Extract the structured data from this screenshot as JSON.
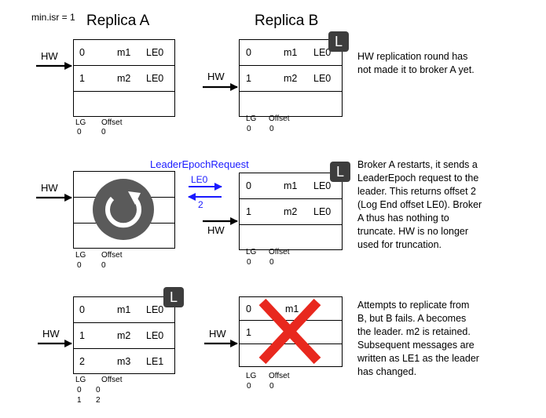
{
  "header": {
    "min_isr": "min.isr = 1",
    "replica_a": "Replica A",
    "replica_b": "Replica B"
  },
  "labels": {
    "hw": "HW",
    "lg": "LG",
    "offset": "Offset",
    "leader_badge": "L",
    "leader_epoch_request": "LeaderEpochRequest",
    "le0_arrow": "LE0",
    "response_offset": "2"
  },
  "panel1": {
    "replica_a_rows": [
      {
        "offset": "0",
        "msg": "m1",
        "epoch": "LE0"
      },
      {
        "offset": "1",
        "msg": "m2",
        "epoch": "LE0"
      },
      {
        "offset": "",
        "msg": "",
        "epoch": ""
      }
    ],
    "replica_a_lg": [
      {
        "lg": "0",
        "offset": "0"
      }
    ],
    "replica_b_rows": [
      {
        "offset": "0",
        "msg": "m1",
        "epoch": "LE0"
      },
      {
        "offset": "1",
        "msg": "m2",
        "epoch": "LE0"
      },
      {
        "offset": "",
        "msg": "",
        "epoch": ""
      }
    ],
    "replica_b_lg": [
      {
        "lg": "0",
        "offset": "0"
      }
    ],
    "note": "HW replication round has\nnot made it to broker A yet."
  },
  "panel2": {
    "replica_b_rows": [
      {
        "offset": "0",
        "msg": "m1",
        "epoch": "LE0"
      },
      {
        "offset": "1",
        "msg": "m2",
        "epoch": "LE0"
      },
      {
        "offset": "",
        "msg": "",
        "epoch": ""
      }
    ],
    "replica_a_lg": [
      {
        "lg": "0",
        "offset": "0"
      }
    ],
    "replica_b_lg": [
      {
        "lg": "0",
        "offset": "0"
      }
    ],
    "note": "Broker A restarts, it sends a\nLeaderEpoch request to the\nleader. This returns offset 2\n(Log End offset LE0). Broker\nA thus has nothing to\ntruncate.  HW is no longer\nused for truncation."
  },
  "panel3": {
    "replica_a_rows": [
      {
        "offset": "0",
        "msg": "m1",
        "epoch": "LE0"
      },
      {
        "offset": "1",
        "msg": "m2",
        "epoch": "LE0"
      },
      {
        "offset": "2",
        "msg": "m3",
        "epoch": "LE1"
      }
    ],
    "replica_a_lg": [
      {
        "lg": "0",
        "offset": "0"
      },
      {
        "lg": "1",
        "offset": "2"
      }
    ],
    "replica_b_rows": [
      {
        "offset": "0",
        "msg": "m1",
        "epoch": ""
      },
      {
        "offset": "1",
        "msg": "",
        "epoch": ""
      },
      {
        "offset": "",
        "msg": "",
        "epoch": ""
      }
    ],
    "replica_b_lg": [
      {
        "lg": "0",
        "offset": "0"
      }
    ],
    "note": "Attempts to replicate from\nB, but B fails. A becomes\nthe leader. m2 is retained.\nSubsequent messages are\nwritten as LE1 as the leader\nhas changed."
  },
  "colors": {
    "request_blue": "#1a1aff",
    "fail_red": "#e8281e",
    "badge_dark": "#3d3d3d",
    "restart_gray": "#5a5a5a"
  }
}
